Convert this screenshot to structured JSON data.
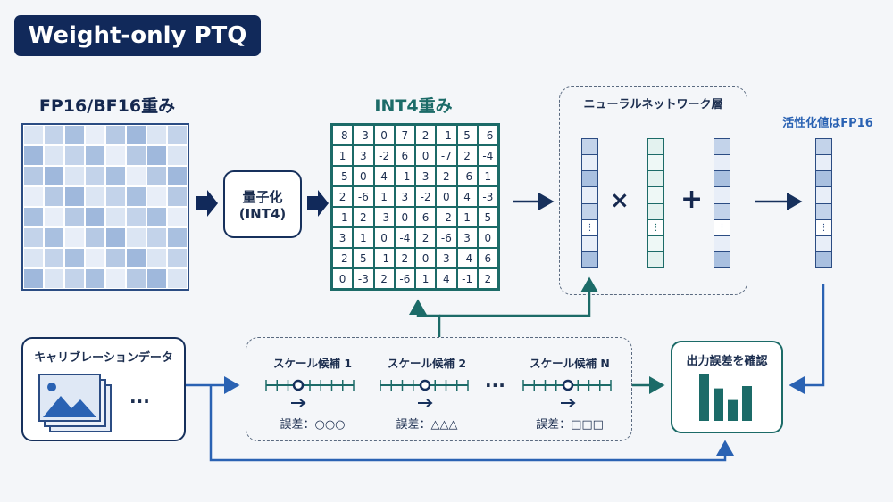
{
  "title": "Weight-only PTQ",
  "fp_label": "FP16/BF16重み",
  "quantize_label_1": "量子化",
  "quantize_label_2": "(INT4)",
  "int4_label": "INT4重み",
  "int4_matrix": [
    [
      "-8",
      "-3",
      "0",
      "7",
      "2",
      "-1",
      "5",
      "-6"
    ],
    [
      "1",
      "3",
      "-2",
      "6",
      "0",
      "-7",
      "2",
      "-4"
    ],
    [
      "-5",
      "0",
      "4",
      "-1",
      "3",
      "2",
      "-6",
      "1"
    ],
    [
      "2",
      "-6",
      "1",
      "3",
      "-2",
      "0",
      "4",
      "-3"
    ],
    [
      "-1",
      "2",
      "-3",
      "0",
      "6",
      "-2",
      "1",
      "5"
    ],
    [
      "3",
      "1",
      "0",
      "-4",
      "2",
      "-6",
      "3",
      "0"
    ],
    [
      "-2",
      "5",
      "-1",
      "2",
      "0",
      "3",
      "-4",
      "6"
    ],
    [
      "0",
      "-3",
      "2",
      "-6",
      "1",
      "4",
      "-1",
      "2"
    ]
  ],
  "nn_label": "ニューラルネットワーク層",
  "multiply_symbol": "×",
  "plus_symbol": "+",
  "vector_ellipsis": "⋮",
  "activation_label": "活性化値はFP16",
  "calib_label": "キャリブレーションデータ",
  "calib_ellipsis": "···",
  "scales": [
    {
      "label": "スケール候補 1",
      "error": "誤差：○○○"
    },
    {
      "label": "スケール候補 2",
      "error": "誤差：△△△"
    },
    {
      "label": "スケール候補 N",
      "error": "誤差：□□□"
    }
  ],
  "scale_ellipsis": "···",
  "output_error_label": "出力誤差を確認",
  "colors": {
    "navy": "#11295a",
    "teal": "#1c6b68",
    "blue": "#2a62b3"
  },
  "bar_values": [
    1.0,
    0.7,
    0.45,
    0.75
  ]
}
